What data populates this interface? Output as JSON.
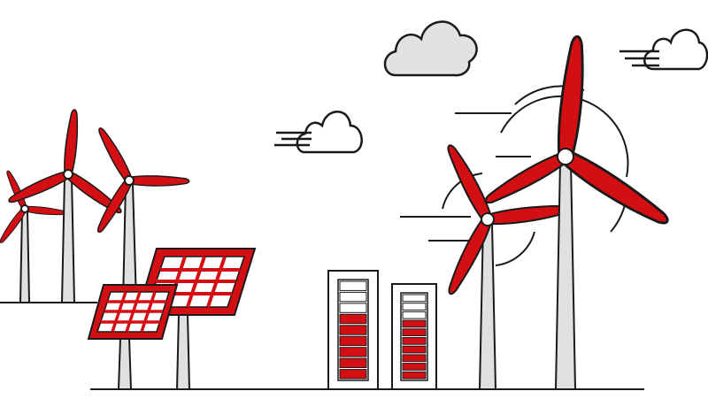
{
  "colors": {
    "accent": "#d40f14",
    "outline": "#1a1a1a",
    "tower": "#e0e0e0",
    "cloud_fill": "#e2e2e2",
    "background": "#ffffff"
  },
  "battery_levels": [
    {
      "name": "battery-left",
      "filled_fraction": 0.67,
      "cells": 9
    },
    {
      "name": "battery-right",
      "filled_fraction": 0.7,
      "cells": 10
    }
  ]
}
